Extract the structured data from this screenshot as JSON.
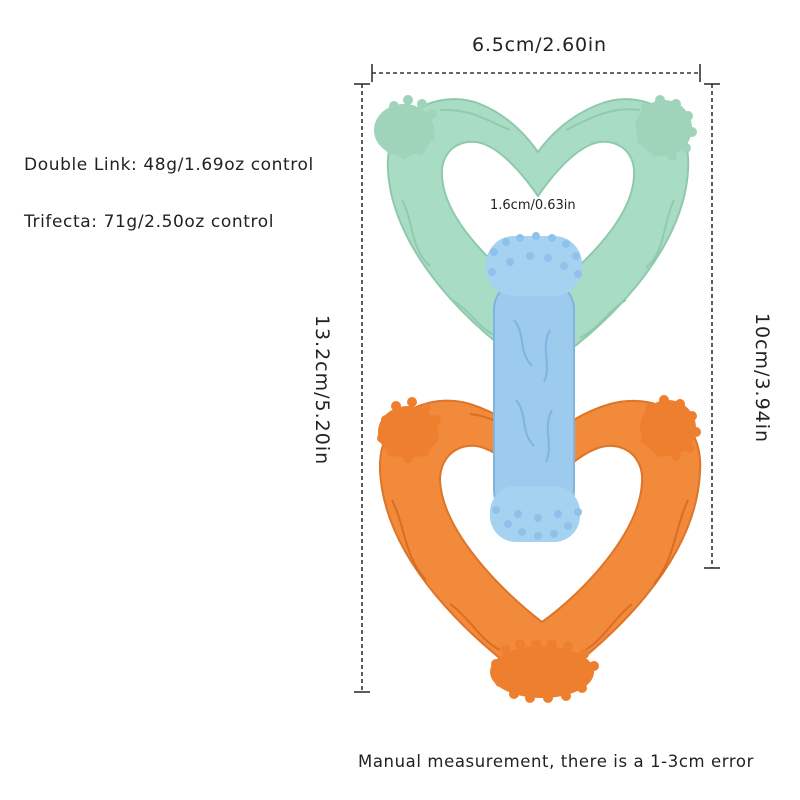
{
  "specs": {
    "double_link": "Double Link: 48g/1.69oz control",
    "trifecta": "Trifecta: 71g/2.50oz control"
  },
  "dimensions": {
    "width": "6.5cm/2.60in",
    "link_width": "1.6cm/0.63in",
    "total_height": "13.2cm/5.20in",
    "heart_height": "10cm/3.94in"
  },
  "note": "Manual measurement, there is a 1-3cm error",
  "colors": {
    "mint_heart": "#a9dcc4",
    "orange_heart": "#f28a3c",
    "blue_link": "#9ccbee",
    "dimension_line": "#333333"
  }
}
